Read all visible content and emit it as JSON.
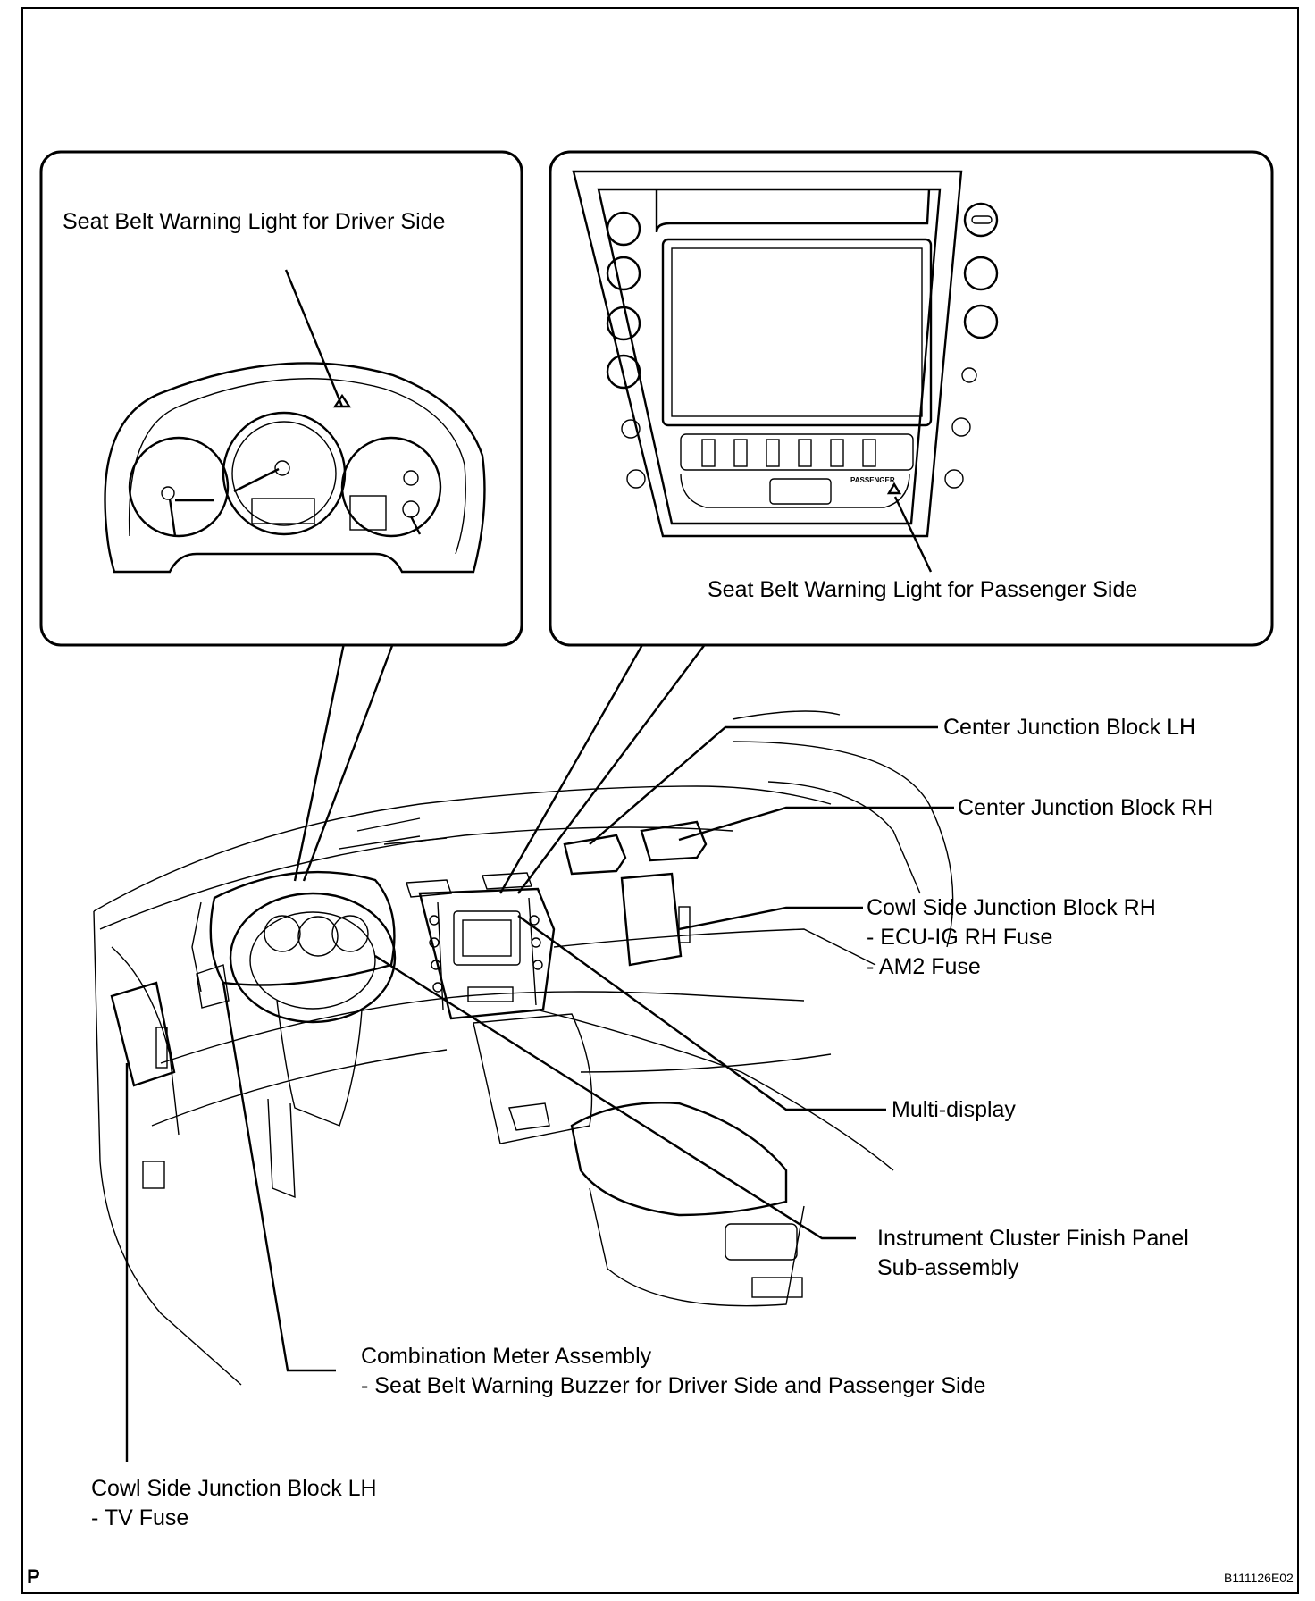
{
  "labels": {
    "seat_belt_driver": "Seat Belt Warning Light for Driver Side",
    "seat_belt_passenger": "Seat Belt Warning Light for Passenger Side",
    "center_jb_lh": "Center Junction Block LH",
    "center_jb_rh": "Center Junction Block RH",
    "cowl_rh": {
      "title": "Cowl Side Junction Block RH",
      "items": [
        "- ECU-IG RH Fuse",
        "- AM2 Fuse"
      ]
    },
    "multi_display": "Multi-display",
    "finish_panel": {
      "line1": "Instrument Cluster Finish Panel",
      "line2": "Sub-assembly"
    },
    "combination_meter": {
      "title": "Combination Meter Assembly",
      "item": "- Seat Belt Warning Buzzer for Driver Side and Passenger Side"
    },
    "cowl_lh": {
      "title": "Cowl Side Junction Block LH",
      "item": "- TV Fuse"
    },
    "passenger_badge": "PASSENGER"
  },
  "footer": {
    "page_mark": "P",
    "figure_code": "B111126E02"
  }
}
